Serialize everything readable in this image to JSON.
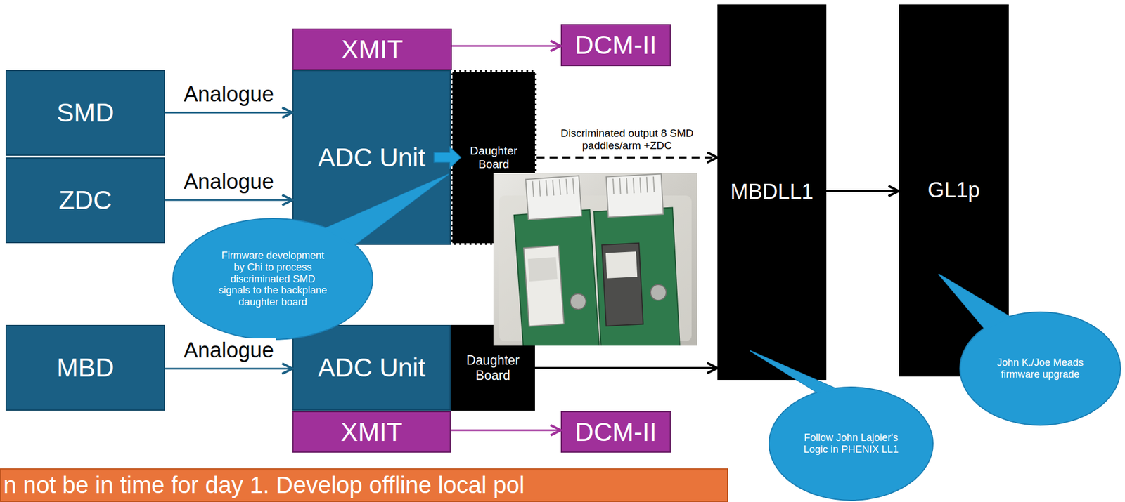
{
  "diagram": {
    "nodes": [
      {
        "text": [
          "SMD"
        ]
      },
      {
        "text": [
          "ZDC"
        ]
      },
      {
        "text": [
          "XMIT"
        ]
      },
      {
        "text": [
          "ADC Unit"
        ]
      },
      {
        "text": [
          "Daughter Board"
        ]
      },
      {
        "text": [
          "DCM-II"
        ]
      },
      {
        "text": [
          "MBDLL1"
        ]
      },
      {
        "text": [
          "GL1p"
        ]
      },
      {
        "text": [
          "Firmware development by Chi to process discriminated SMD signals to the backplane daughter board"
        ]
      },
      {
        "text": [
          "MBD"
        ]
      },
      {
        "text": [
          "ADC Unit"
        ]
      },
      {
        "text": [
          "Daughter Board"
        ]
      },
      {
        "text": [
          "XMIT"
        ]
      },
      {
        "text": [
          "DCM-II"
        ]
      },
      {
        "text": [
          "Follow John Lajoier's Logic in PHENIX LL1"
        ]
      },
      {
        "text": [
          "John K./Joe Meads firmware upgrade"
        ]
      },
      {
        "text": [
          "n not be in time for day 1. Develop offline local pol"
        ]
      }
    ],
    "edges": [
      {
        "from": 0,
        "to": 3,
        "label": "Analogue",
        "arrow": "to"
      },
      {
        "from": 1,
        "to": 3,
        "label": "Analogue",
        "arrow": "to"
      },
      {
        "from": 2,
        "to": 5,
        "arrow": "to"
      },
      {
        "from": 3,
        "to": 4,
        "arrow": "to"
      },
      {
        "from": 4,
        "to": 6,
        "label": "Discriminated output 8 SMD paddles/arm +ZDC",
        "arrow": "to"
      },
      {
        "from": 6,
        "to": 7,
        "arrow": "to"
      },
      {
        "from": 9,
        "to": 10,
        "label": "Analogue",
        "arrow": "to"
      },
      {
        "from": 11,
        "to": 6,
        "arrow": "to"
      },
      {
        "from": 12,
        "to": 13,
        "arrow": "to"
      }
    ]
  }
}
